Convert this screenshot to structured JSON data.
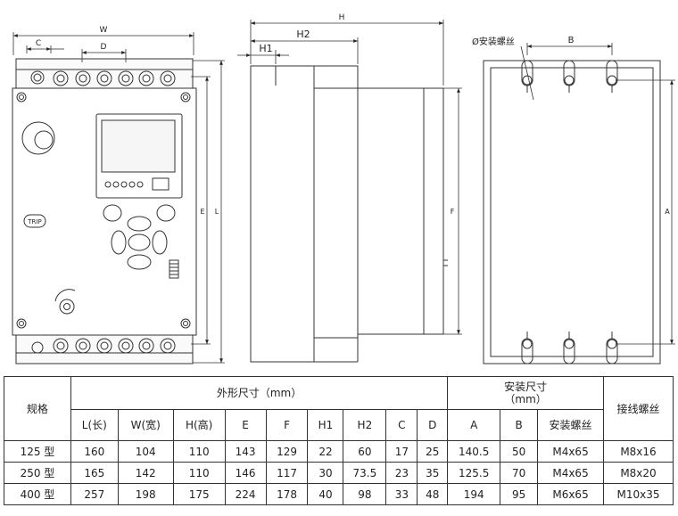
{
  "drawing": {
    "front_dims": {
      "W": "W",
      "C": "C",
      "D": "D",
      "E": "E",
      "L": "L"
    },
    "front_label": "TRIP",
    "side_dims": {
      "H": "H",
      "H2": "H2",
      "H1": "H1",
      "F": "F"
    },
    "mount_dims": {
      "hole_label": "Ø安装螺丝",
      "B": "B",
      "A": "A"
    }
  },
  "table": {
    "col_model": "规格",
    "col_dims": "外形尺寸（mm）",
    "col_mount_line1": "安装尺寸",
    "col_mount_line2": "（mm）",
    "col_wire_screw": "接线螺丝",
    "sub_headers": [
      "L(长)",
      "W(宽)",
      "H(高)",
      "E",
      "F",
      "H1",
      "H2",
      "C",
      "D",
      "A",
      "B",
      "安装螺丝"
    ],
    "rows": [
      {
        "model": "125 型",
        "values": [
          "160",
          "104",
          "110",
          "143",
          "129",
          "22",
          "60",
          "17",
          "25",
          "140.5",
          "50",
          "M4x65",
          "M8x16"
        ]
      },
      {
        "model": "250 型",
        "values": [
          "165",
          "142",
          "110",
          "146",
          "117",
          "30",
          "73.5",
          "23",
          "35",
          "125.5",
          "70",
          "M4x65",
          "M8x20"
        ]
      },
      {
        "model": "400 型",
        "values": [
          "257",
          "198",
          "175",
          "224",
          "178",
          "40",
          "98",
          "33",
          "48",
          "194",
          "95",
          "M6x65",
          "M10x35"
        ]
      }
    ]
  }
}
